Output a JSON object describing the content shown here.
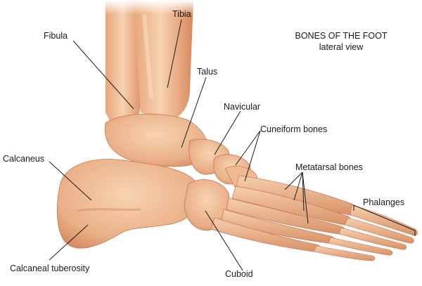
{
  "title": {
    "line1": "BONES OF THE FOOT",
    "line2": "lateral view"
  },
  "labels": {
    "tibia": "Tibia",
    "fibula": "Fibula",
    "talus": "Talus",
    "navicular": "Navicular",
    "cuneiform": "Cuneiform bones",
    "metatarsal": "Metatarsal bones",
    "phalanges": "Phalanges",
    "calcaneus": "Calcaneus",
    "calcaneal_tuberosity": "Calcaneal tuberosity",
    "cuboid": "Cuboid"
  },
  "colors": {
    "bone_light": "#f4c9a3",
    "bone_mid": "#e8a57a",
    "bone_dark": "#c9764f",
    "leader_line": "#1a1a1a"
  }
}
